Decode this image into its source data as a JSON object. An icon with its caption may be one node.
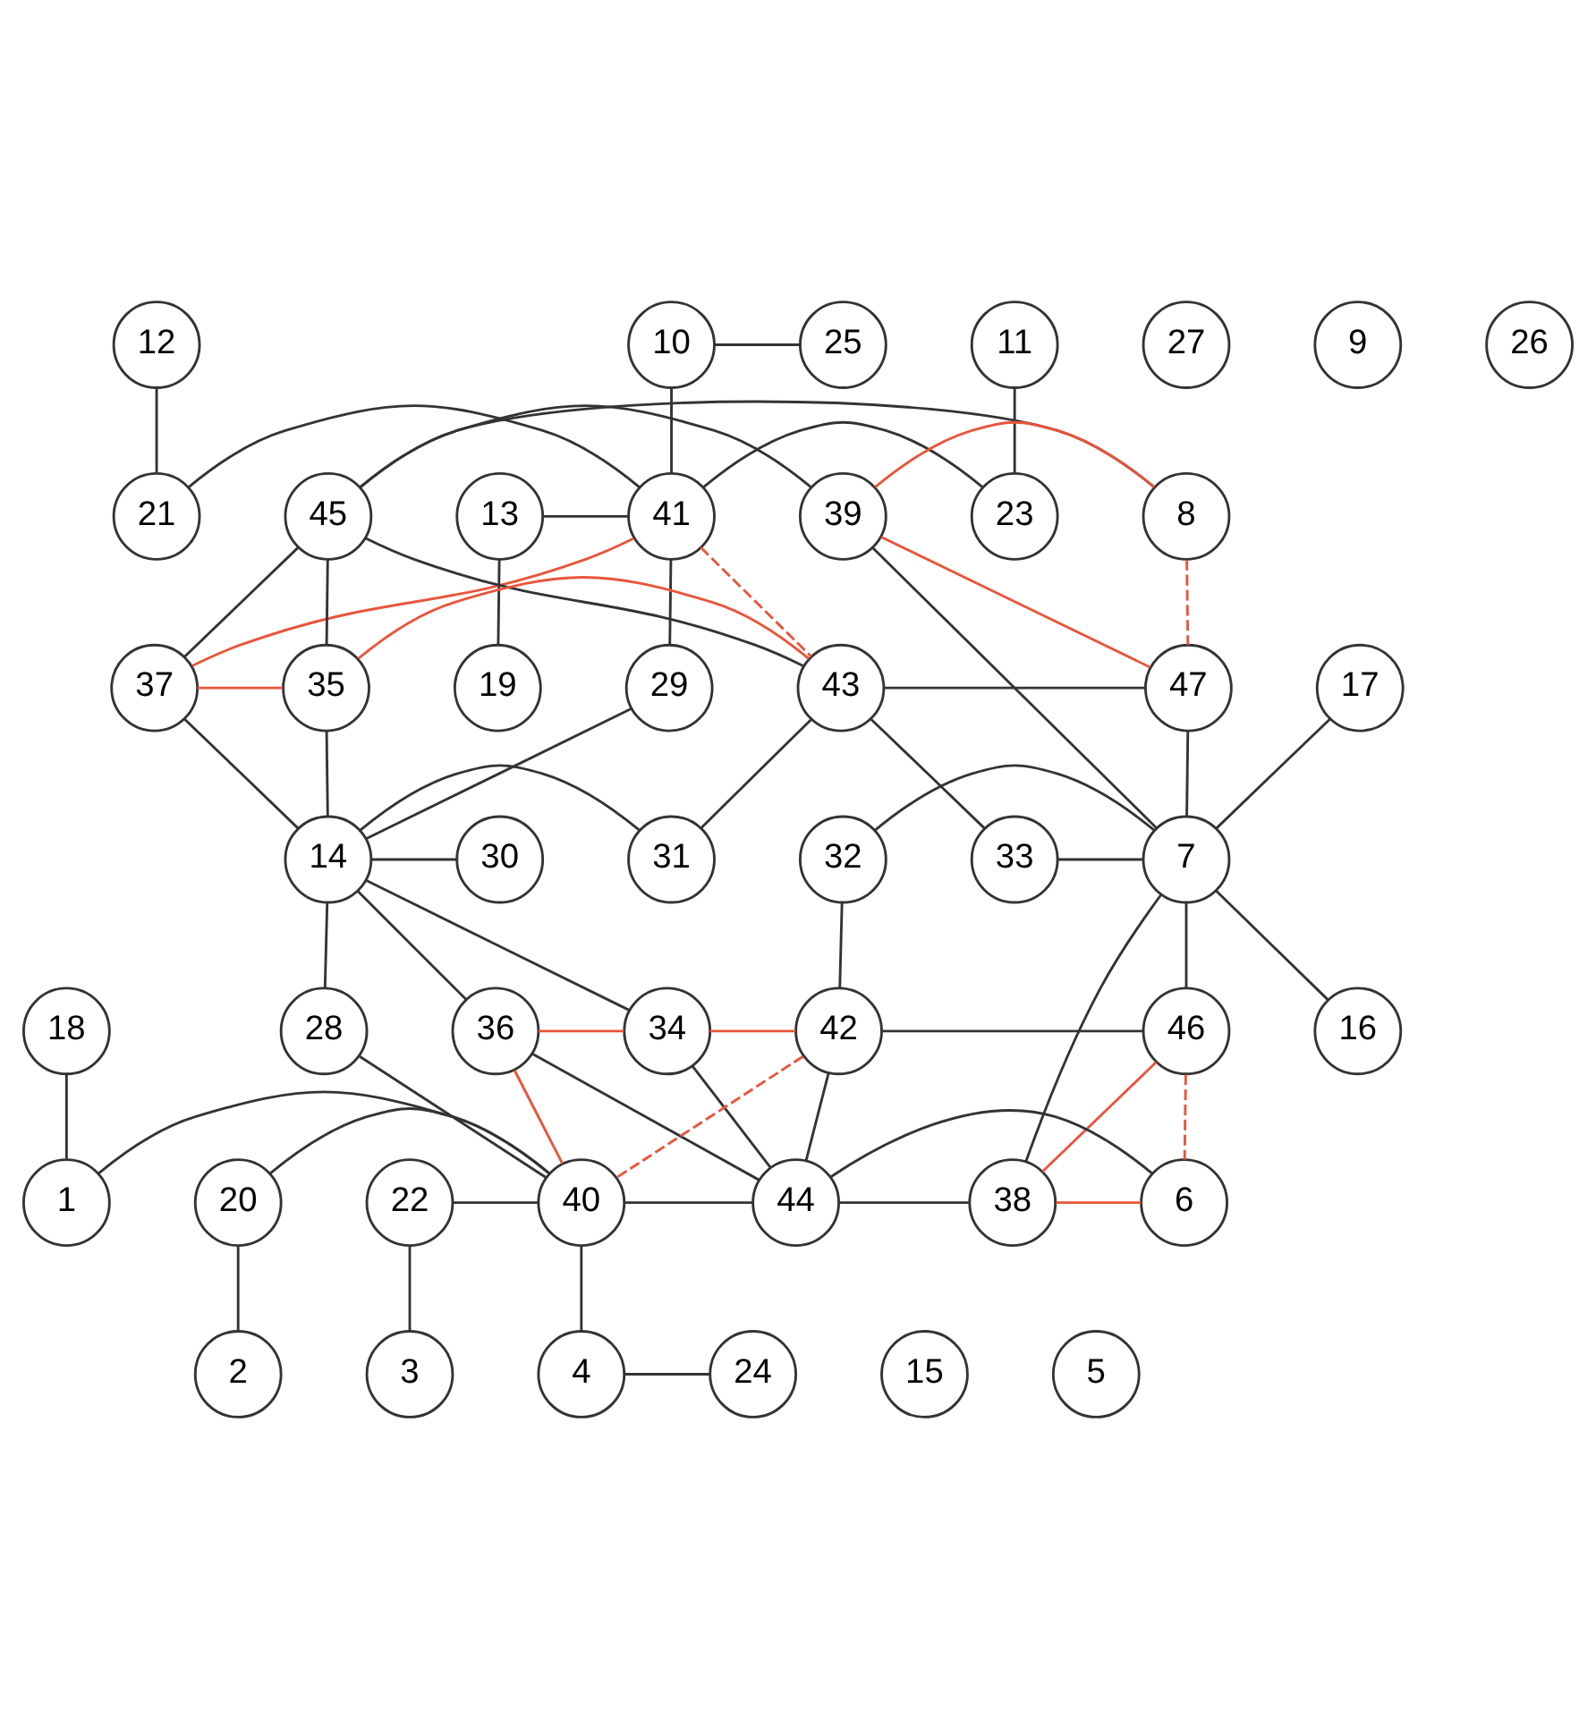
{
  "diagram": {
    "nodes": [
      {
        "text": [
          "12"
        ]
      },
      {
        "text": [
          "27"
        ]
      },
      {
        "text": [
          "11"
        ]
      },
      {
        "text": [
          "10"
        ]
      },
      {
        "text": [
          "25"
        ]
      },
      {
        "text": [
          "9"
        ]
      },
      {
        "text": [
          "26"
        ]
      },
      {
        "text": [
          "13"
        ]
      },
      {
        "text": [
          "21"
        ]
      },
      {
        "text": [
          "23"
        ]
      },
      {
        "text": [
          "41"
        ]
      },
      {
        "text": [
          "45"
        ]
      },
      {
        "text": [
          "39"
        ]
      },
      {
        "text": [
          "8"
        ]
      },
      {
        "text": [
          "19"
        ]
      },
      {
        "text": [
          "29"
        ]
      },
      {
        "text": [
          "37"
        ]
      },
      {
        "text": [
          "35"
        ]
      },
      {
        "text": [
          "43"
        ]
      },
      {
        "text": [
          "47"
        ]
      },
      {
        "text": [
          "17"
        ]
      },
      {
        "text": [
          "14"
        ]
      },
      {
        "text": [
          "30"
        ]
      },
      {
        "text": [
          "31"
        ]
      },
      {
        "text": [
          "33"
        ]
      },
      {
        "text": [
          "32"
        ]
      },
      {
        "text": [
          "7"
        ]
      },
      {
        "text": [
          "18"
        ]
      },
      {
        "text": [
          "28"
        ]
      },
      {
        "text": [
          "36"
        ]
      },
      {
        "text": [
          "34"
        ]
      },
      {
        "text": [
          "42"
        ]
      },
      {
        "text": [
          "46"
        ]
      },
      {
        "text": [
          "16"
        ]
      },
      {
        "text": [
          "1"
        ]
      },
      {
        "text": [
          "20"
        ]
      },
      {
        "text": [
          "22"
        ]
      },
      {
        "text": [
          "40"
        ]
      },
      {
        "text": [
          "44"
        ]
      },
      {
        "text": [
          "38"
        ]
      },
      {
        "text": [
          "6"
        ]
      },
      {
        "text": [
          "2"
        ]
      },
      {
        "text": [
          "15"
        ]
      },
      {
        "text": [
          "3"
        ]
      },
      {
        "text": [
          "4"
        ]
      },
      {
        "text": [
          "24"
        ]
      },
      {
        "text": [
          "5"
        ]
      }
    ],
    "edges": [
      {
        "from": 0,
        "to": 8,
        "arrow": "none"
      },
      {
        "from": 2,
        "to": 9,
        "arrow": "none"
      },
      {
        "from": 3,
        "to": 4,
        "arrow": "none"
      },
      {
        "from": 3,
        "to": 10,
        "arrow": "none"
      },
      {
        "from": 9,
        "to": 10,
        "arrow": "none"
      },
      {
        "from": 8,
        "to": 10,
        "arrow": "none"
      },
      {
        "from": 7,
        "to": 10,
        "arrow": "none"
      },
      {
        "from": 7,
        "to": 14,
        "arrow": "none"
      },
      {
        "from": 15,
        "to": 10,
        "arrow": "none"
      },
      {
        "from": 10,
        "to": 16,
        "arrow": "none",
        "color": "#e8553a"
      },
      {
        "from": 10,
        "to": 18,
        "arrow": "none",
        "style": "dashed",
        "color": "#e8553a"
      },
      {
        "from": 11,
        "to": 16,
        "arrow": "none"
      },
      {
        "from": 11,
        "to": 17,
        "arrow": "none"
      },
      {
        "from": 11,
        "to": 18,
        "arrow": "none"
      },
      {
        "from": 11,
        "to": 12,
        "arrow": "none"
      },
      {
        "from": 11,
        "to": 13,
        "arrow": "none"
      },
      {
        "from": 12,
        "to": 13,
        "arrow": "none",
        "color": "#e8553a"
      },
      {
        "from": 12,
        "to": 19,
        "arrow": "none",
        "color": "#e8553a"
      },
      {
        "from": 19,
        "to": 13,
        "arrow": "none",
        "style": "dashed",
        "color": "#e8553a"
      },
      {
        "from": 12,
        "to": 26,
        "arrow": "none"
      },
      {
        "from": 16,
        "to": 17,
        "arrow": "none",
        "color": "#e8553a"
      },
      {
        "from": 17,
        "to": 18,
        "arrow": "none",
        "color": "#e8553a"
      },
      {
        "from": 18,
        "to": 19,
        "arrow": "none"
      },
      {
        "from": 18,
        "to": 24,
        "arrow": "none"
      },
      {
        "from": 18,
        "to": 23,
        "arrow": "none"
      },
      {
        "from": 21,
        "to": 15,
        "arrow": "none"
      },
      {
        "from": 21,
        "to": 16,
        "arrow": "none"
      },
      {
        "from": 21,
        "to": 17,
        "arrow": "none"
      },
      {
        "from": 21,
        "to": 23,
        "arrow": "none"
      },
      {
        "from": 21,
        "to": 22,
        "arrow": "none"
      },
      {
        "from": 21,
        "to": 30,
        "arrow": "none"
      },
      {
        "from": 21,
        "to": 29,
        "arrow": "none"
      },
      {
        "from": 21,
        "to": 28,
        "arrow": "none"
      },
      {
        "from": 24,
        "to": 26,
        "arrow": "none"
      },
      {
        "from": 25,
        "to": 26,
        "arrow": "none"
      },
      {
        "from": 19,
        "to": 26,
        "arrow": "none"
      },
      {
        "from": 20,
        "to": 26,
        "arrow": "none"
      },
      {
        "from": 26,
        "to": 33,
        "arrow": "none"
      },
      {
        "from": 26,
        "to": 32,
        "arrow": "none"
      },
      {
        "from": 26,
        "to": 39,
        "arrow": "none"
      },
      {
        "from": 25,
        "to": 31,
        "arrow": "none"
      },
      {
        "from": 31,
        "to": 32,
        "arrow": "none"
      },
      {
        "from": 31,
        "to": 38,
        "arrow": "none"
      },
      {
        "from": 29,
        "to": 30,
        "arrow": "none",
        "color": "#e8553a"
      },
      {
        "from": 30,
        "to": 31,
        "arrow": "none",
        "color": "#e8553a"
      },
      {
        "from": 29,
        "to": 37,
        "arrow": "none",
        "color": "#e8553a"
      },
      {
        "from": 37,
        "to": 31,
        "arrow": "none",
        "style": "dashed",
        "color": "#e8553a"
      },
      {
        "from": 30,
        "to": 38,
        "arrow": "none"
      },
      {
        "from": 29,
        "to": 38,
        "arrow": "none"
      },
      {
        "from": 28,
        "to": 37,
        "arrow": "none"
      },
      {
        "from": 34,
        "to": 37,
        "arrow": "none"
      },
      {
        "from": 35,
        "to": 37,
        "arrow": "none"
      },
      {
        "from": 36,
        "to": 37,
        "arrow": "none"
      },
      {
        "from": 37,
        "to": 38,
        "arrow": "none"
      },
      {
        "from": 37,
        "to": 44,
        "arrow": "none"
      },
      {
        "from": 44,
        "to": 45,
        "arrow": "none"
      },
      {
        "from": 36,
        "to": 43,
        "arrow": "none"
      },
      {
        "from": 35,
        "to": 41,
        "arrow": "none"
      },
      {
        "from": 27,
        "to": 34,
        "arrow": "none"
      },
      {
        "from": 38,
        "to": 39,
        "arrow": "none"
      },
      {
        "from": 38,
        "to": 40,
        "arrow": "none"
      },
      {
        "from": 32,
        "to": 39,
        "arrow": "none",
        "color": "#e8553a"
      },
      {
        "from": 39,
        "to": 40,
        "arrow": "none",
        "color": "#e8553a"
      },
      {
        "from": 32,
        "to": 40,
        "arrow": "none",
        "style": "dashed",
        "color": "#e8553a"
      }
    ]
  }
}
